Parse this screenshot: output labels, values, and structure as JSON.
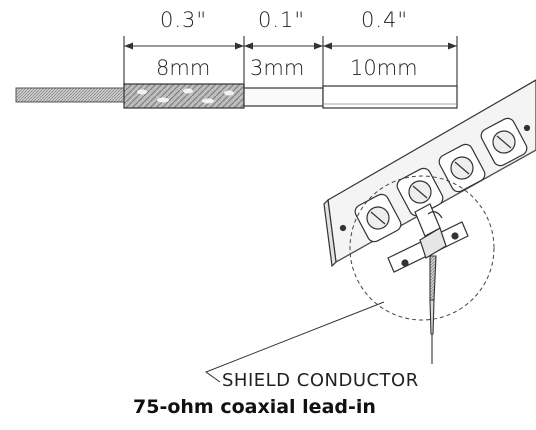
{
  "dimensions": {
    "inch": [
      "0.3\"",
      "0.1\"",
      "0.4\""
    ],
    "mm": [
      "8mm",
      "3mm",
      "10mm"
    ]
  },
  "callout": "SHIELD CONDUCTOR",
  "caption": "75-ohm coaxial lead-in",
  "colors": {
    "ink": "#222222",
    "background": "#ffffff"
  }
}
